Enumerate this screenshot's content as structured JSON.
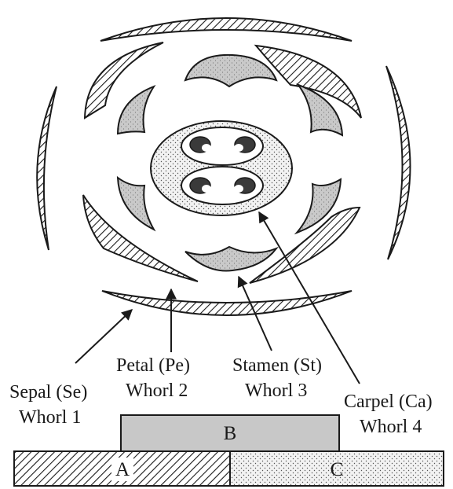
{
  "labels": {
    "sepal": {
      "name": "Sepal (Se)",
      "whorl": "Whorl 1"
    },
    "petal": {
      "name": "Petal (Pe)",
      "whorl": "Whorl 2"
    },
    "stamen": {
      "name": "Stamen (St)",
      "whorl": "Whorl 3"
    },
    "carpel": {
      "name": "Carpel (Ca)",
      "whorl": "Whorl 4"
    }
  },
  "abc_model": {
    "a": "A",
    "b": "B",
    "c": "C"
  },
  "colors": {
    "ink": "#1a1a1a",
    "b_fill": "#c8c8c8",
    "stamen_fill": "#c9c9c9",
    "carpel_fill": "#eeeeee",
    "ovule_fill": "#3a3a3a"
  }
}
